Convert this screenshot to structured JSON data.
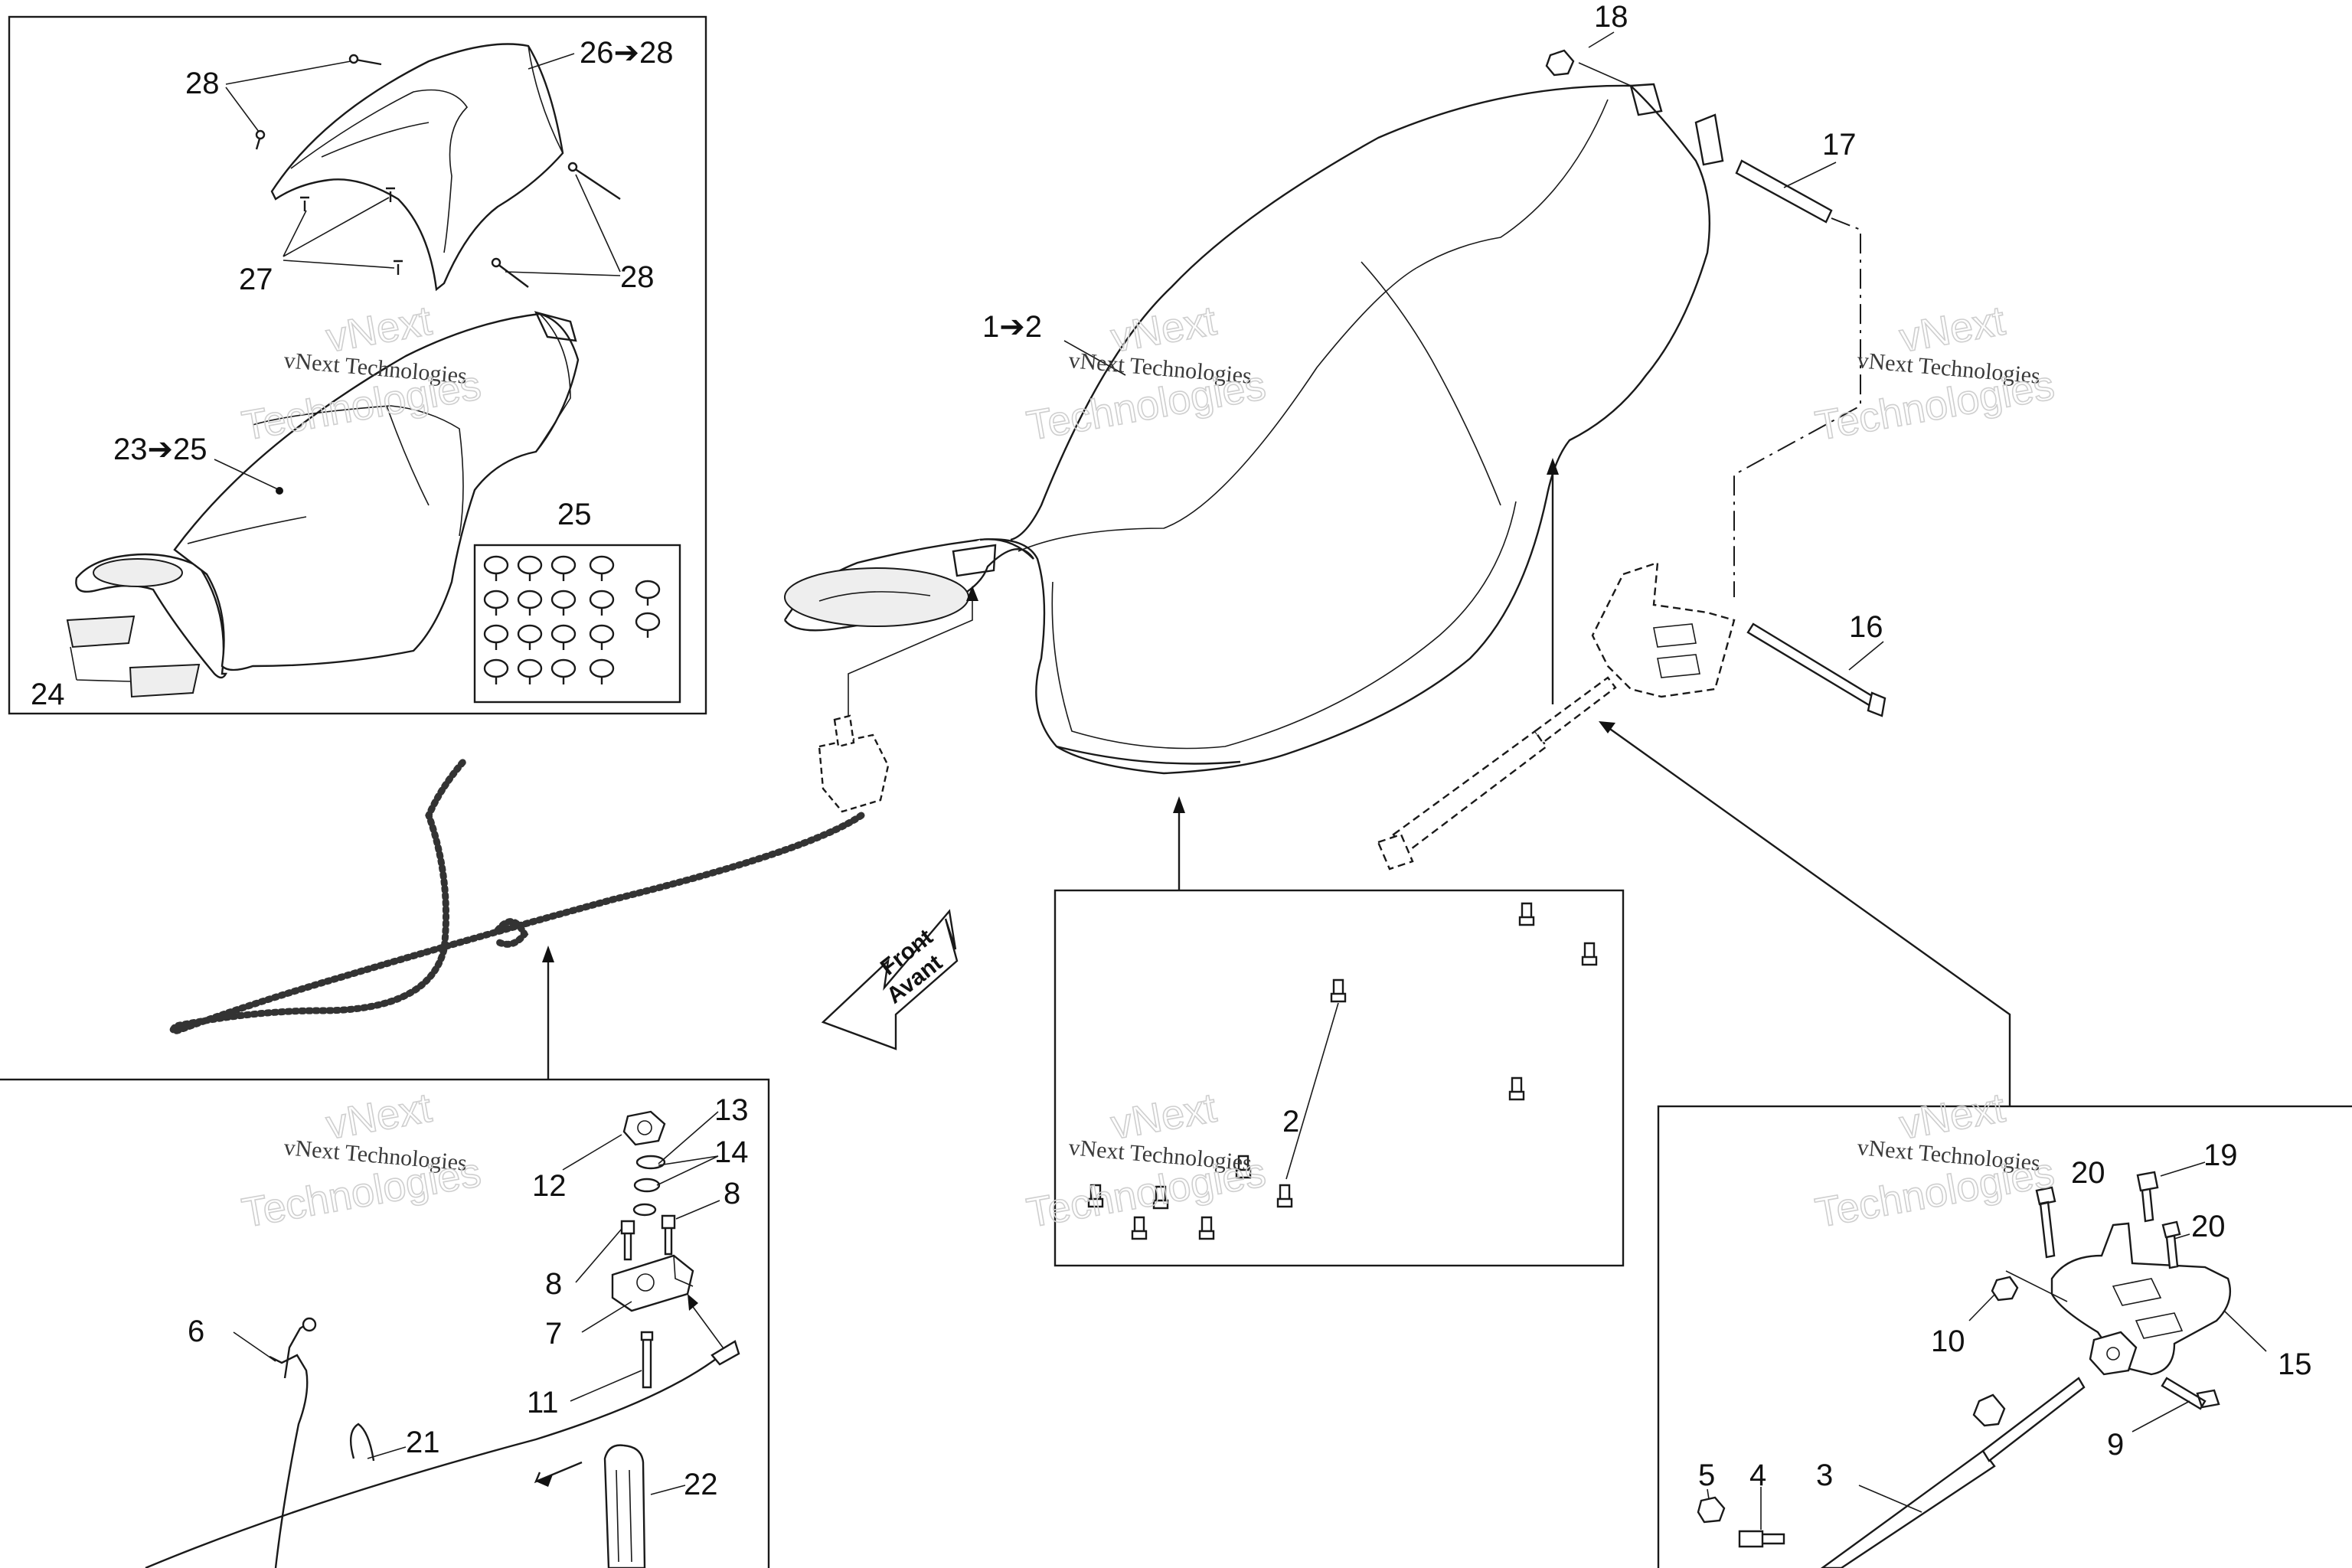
{
  "watermark": {
    "company": "vNext Technologies",
    "logo_word1": "vNext",
    "logo_word2": "Technologies"
  },
  "direction_arrow": {
    "line1": "Front",
    "line2": "Avant"
  },
  "callouts": {
    "c1_2": "1➔2",
    "c2": "2",
    "c3": "3",
    "c4": "4",
    "c5": "5",
    "c6": "6",
    "c7": "7",
    "c8a": "8",
    "c8b": "8",
    "c9": "9",
    "c10": "10",
    "c11": "11",
    "c12": "12",
    "c13": "13",
    "c14": "14",
    "c15": "15",
    "c16": "16",
    "c17": "17",
    "c18": "18",
    "c19": "19",
    "c20a": "20",
    "c20b": "20",
    "c21": "21",
    "c22": "22",
    "c23_25": "23➔25",
    "c24": "24",
    "c25": "25",
    "c26_28": "26➔28",
    "c27": "27",
    "c28a": "28",
    "c28b": "28"
  }
}
